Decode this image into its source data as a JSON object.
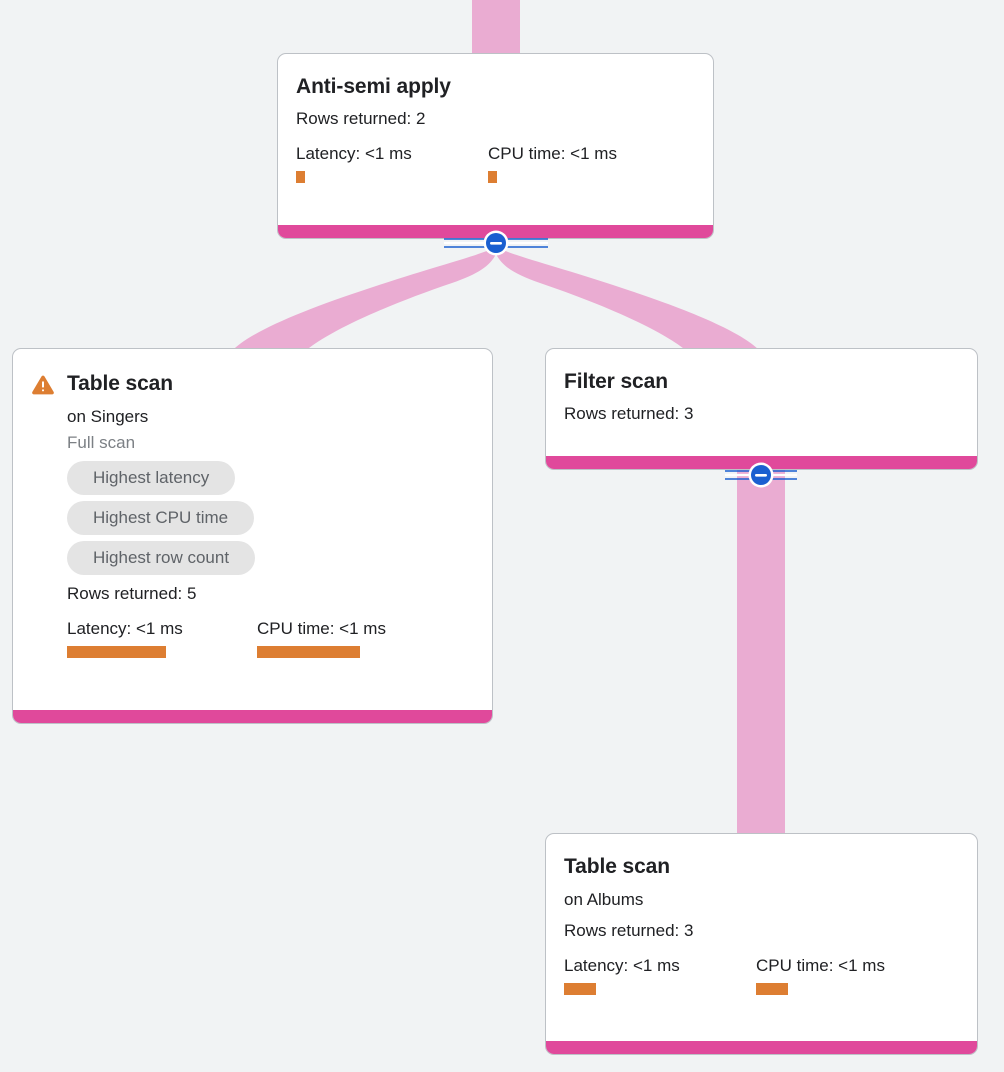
{
  "theme": {
    "background": "#f1f3f4",
    "card_bg": "#ffffff",
    "card_border": "#bdc1c6",
    "accent_bar": "#e0499b",
    "edge_ribbon": "#eaacd2",
    "metric_bar": "#dd7e32",
    "warning": "#dd7e32",
    "chip_bg": "#e4e4e4",
    "chip_text": "#5f6368",
    "toggle_blue": "#1a5fd0",
    "text_primary": "#202124",
    "text_muted": "#7c8085"
  },
  "nodes": {
    "anti_semi_apply": {
      "title": "Anti-semi apply",
      "rows_returned": "Rows returned: 2",
      "latency_label": "Latency: <1 ms",
      "cpu_label": "CPU time: <1 ms",
      "latency_bar_width": 9,
      "cpu_bar_width": 9
    },
    "table_scan_singers": {
      "warning_icon": "warning-triangle-icon",
      "title": "Table scan",
      "on_table": "on Singers",
      "scan_type": "Full scan",
      "chips": [
        "Highest latency",
        "Highest CPU time",
        "Highest row count"
      ],
      "rows_returned": "Rows returned: 5",
      "latency_label": "Latency: <1 ms",
      "cpu_label": "CPU time: <1 ms",
      "latency_bar_width": 99,
      "cpu_bar_width": 103
    },
    "filter_scan": {
      "title": "Filter scan",
      "rows_returned": "Rows returned: 3"
    },
    "table_scan_albums": {
      "title": "Table scan",
      "on_table": "on Albums",
      "rows_returned": "Rows returned: 3",
      "latency_label": "Latency: <1 ms",
      "cpu_label": "CPU time: <1 ms",
      "latency_bar_width": 32,
      "cpu_bar_width": 32
    }
  },
  "toggles": {
    "anti_semi_apply_collapse": "collapse-minus-icon",
    "filter_scan_collapse": "collapse-minus-icon"
  }
}
